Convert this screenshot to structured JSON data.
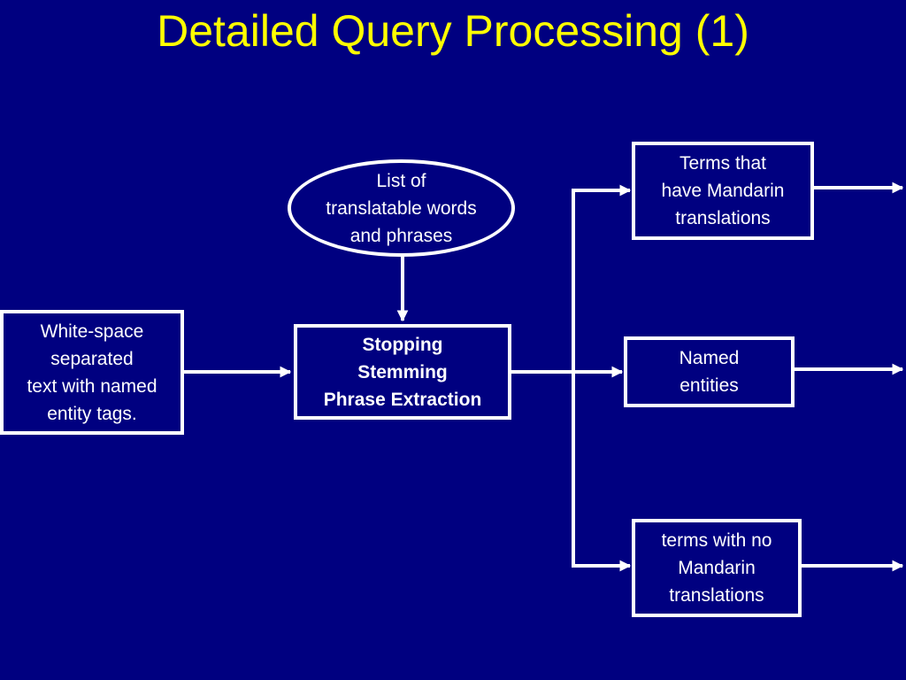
{
  "title": "Detailed Query Processing (1)",
  "colors": {
    "background": "#000080",
    "title": "#ffff00",
    "lines": "#ffffff"
  },
  "nodes": {
    "input": "White-space\nseparated\ntext with named\nentity tags.",
    "resource": "List of\ntranslatable words\nand phrases",
    "process": "Stopping\nStemming\nPhrase Extraction",
    "out_translatable": "Terms that\nhave Mandarin\ntranslations",
    "out_named": "Named\nentities",
    "out_untranslatable": "terms with no\nMandarin\ntranslations"
  }
}
